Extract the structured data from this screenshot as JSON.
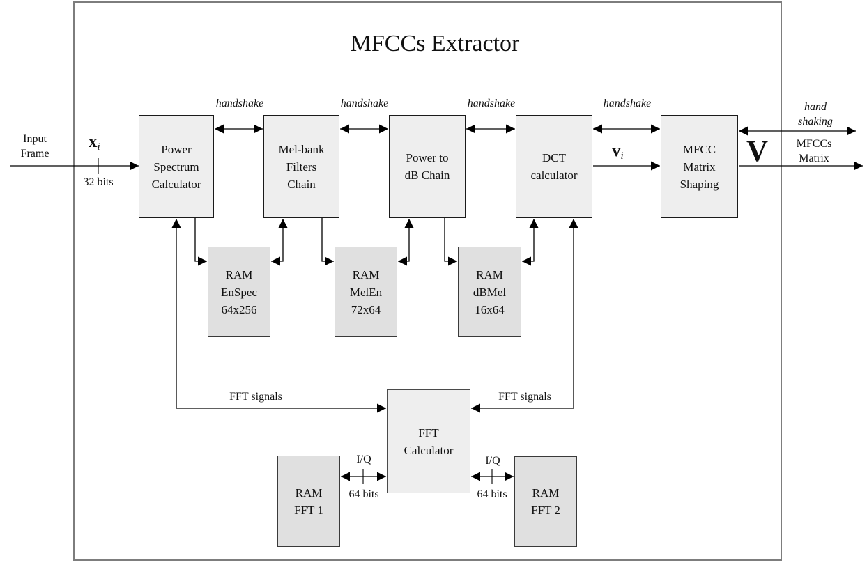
{
  "title": "MFCCs Extractor",
  "input": {
    "frame_label": "Input\nFrame",
    "signal_symbol": "x",
    "signal_subscript": "i",
    "bus_width": "32 bits"
  },
  "labels": {
    "handshake": "handshake",
    "fft_signals": "FFT signals",
    "iq": "I/Q",
    "iq_bus_width": "64 bits"
  },
  "blocks": {
    "power_spectrum": "Power\nSpectrum\nCalculator",
    "mel_bank": "Mel-bank\nFilters\nChain",
    "power_db": "Power to\ndB Chain",
    "dct": "DCT\ncalculator",
    "mfcc_shaping": "MFCC\nMatrix\nShaping",
    "fft": "FFT\nCalculator",
    "ram_enspec": "RAM\nEnSpec\n64x256",
    "ram_melen": "RAM\nMelEn\n72x64",
    "ram_dbmel": "RAM\ndBMel\n16x64",
    "ram_fft1": "RAM\nFFT 1",
    "ram_fft2": "RAM\nFFT 2"
  },
  "intermediate": {
    "vector_symbol": "v",
    "vector_subscript": "i"
  },
  "output": {
    "handshaking_label": "hand\nshaking",
    "matrix_label": "MFCCs\nMatrix",
    "matrix_symbol": "V"
  },
  "colors": {
    "processing_fill": "#eeeeee",
    "ram_fill": "#e0e0e0",
    "frame_border": "#7d7d7d",
    "wire": "#000000"
  }
}
